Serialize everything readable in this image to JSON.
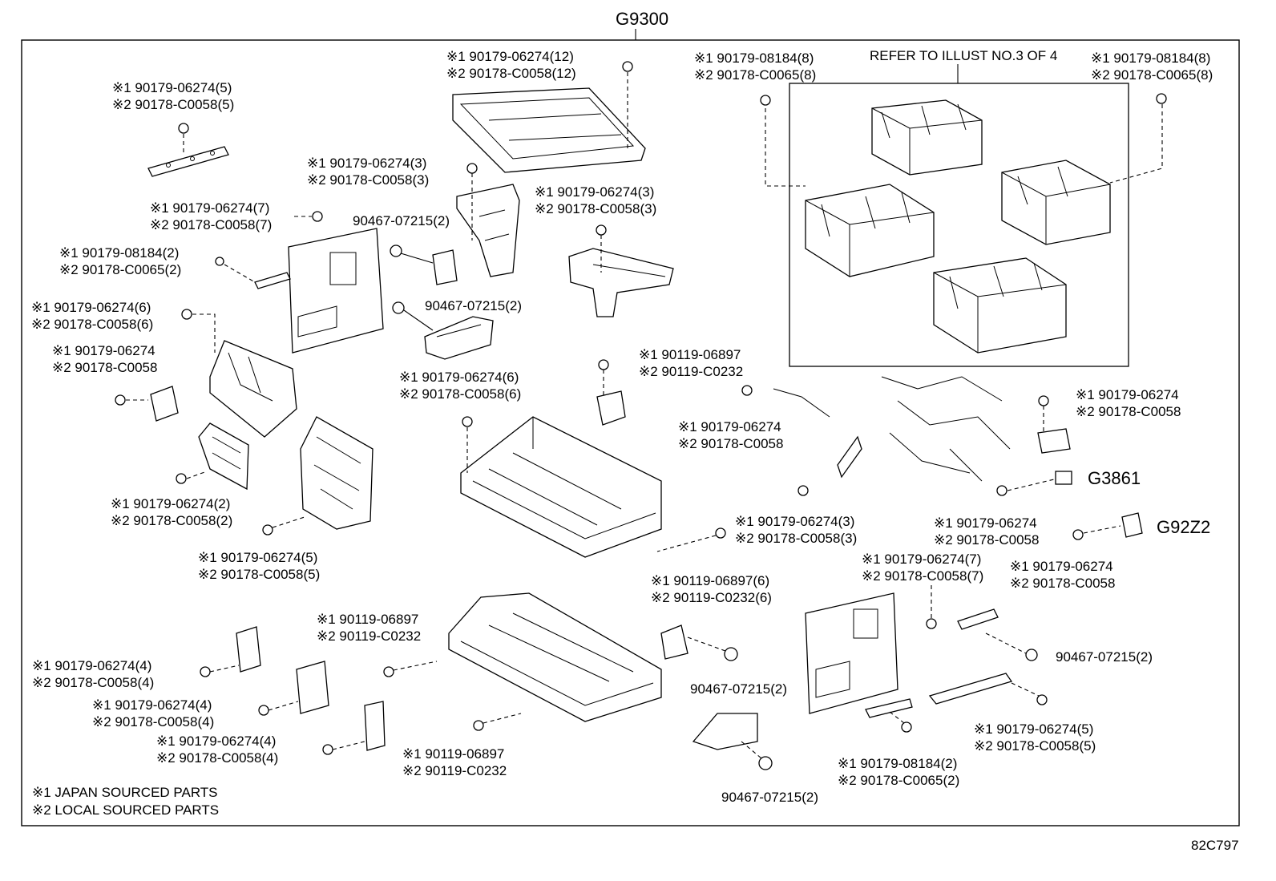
{
  "header": {
    "group_code": "G9300"
  },
  "diagram_id": "82C797",
  "refer_note": "REFER TO ILLUST NO.3 OF 4",
  "legend": {
    "line1": "※1 JAPAN SOURCED PARTS",
    "line2": "※2 LOCAL SOURCED PARTS"
  },
  "callouts": {
    "c01": [
      "※1 90179-06274(12)",
      "※2 90178-C0058(12)"
    ],
    "c02": [
      "※1 90179-06274(5)",
      "※2 90178-C0058(5)"
    ],
    "c03": [
      "※1 90179-08184(8)",
      "※2 90178-C0065(8)"
    ],
    "c04": [
      "※1 90179-08184(8)",
      "※2 90178-C0065(8)"
    ],
    "c05": [
      "※1 90179-06274(3)",
      "※2 90178-C0058(3)"
    ],
    "c06": [
      "※1 90179-06274(3)",
      "※2 90178-C0058(3)"
    ],
    "c07": [
      "※1 90179-06274(7)",
      "※2 90178-C0058(7)"
    ],
    "c08": [
      "90467-07215(2)"
    ],
    "c09": [
      "※1 90179-08184(2)",
      "※2 90178-C0065(2)"
    ],
    "c10": [
      "※1 90179-06274(6)",
      "※2 90178-C0058(6)"
    ],
    "c11": [
      "90467-07215(2)"
    ],
    "c12": [
      "※1 90179-06274",
      "※2 90178-C0058"
    ],
    "c13": [
      "※1 90119-06897",
      "※2 90119-C0232"
    ],
    "c14": [
      "※1 90179-06274(6)",
      "※2 90178-C0058(6)"
    ],
    "c15": [
      "※1 90179-06274",
      "※2 90178-C0058"
    ],
    "c16": [
      "※1 90179-06274",
      "※2 90178-C0058"
    ],
    "c17": [
      "※1 90179-06274(2)",
      "※2 90178-C0058(2)"
    ],
    "c18": [
      "※1 90179-06274(3)",
      "※2 90178-C0058(3)"
    ],
    "c19": [
      "※1 90179-06274",
      "※2 90178-C0058"
    ],
    "c20": [
      "※1 90179-06274(5)",
      "※2 90178-C0058(5)"
    ],
    "c21": [
      "※1 90119-06897(6)",
      "※2 90119-C0232(6)"
    ],
    "c22": [
      "※1 90179-06274",
      "※2 90178-C0058"
    ],
    "c23": [
      "※1 90179-06274(7)",
      "※2 90178-C0058(7)"
    ],
    "c24": [
      "※1 90119-06897",
      "※2 90119-C0232"
    ],
    "c25": [
      "※1 90179-06274(4)",
      "※2 90178-C0058(4)"
    ],
    "c26": [
      "90467-07215(2)"
    ],
    "c27": [
      "90467-07215(2)"
    ],
    "c28": [
      "※1 90179-06274(4)",
      "※2 90178-C0058(4)"
    ],
    "c29": [
      "※1 90179-06274(5)",
      "※2 90178-C0058(5)"
    ],
    "c30": [
      "※1 90179-06274(4)",
      "※2 90178-C0058(4)"
    ],
    "c31": [
      "※1 90119-06897",
      "※2 90119-C0232"
    ],
    "c32": [
      "※1 90179-08184(2)",
      "※2 90178-C0065(2)"
    ],
    "c33": [
      "90467-07215(2)"
    ]
  },
  "group_refs": {
    "g1": "G3861",
    "g2": "G92Z2"
  }
}
